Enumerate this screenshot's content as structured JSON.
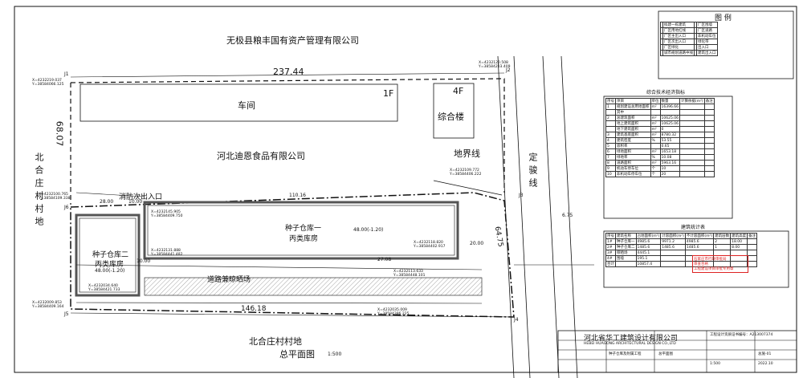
{
  "site_plan": {
    "neighbors": {
      "north_company": "无极县粮丰国有资产管理有限公司",
      "west_village": "北合庄村村地",
      "south_village": "北合庄村村地",
      "east_road": "定骏线"
    },
    "labels": {
      "workshop": "车间",
      "workshop_floors": "1F",
      "complex": "综合楼",
      "complex_floors": "4F",
      "company": "河北迪恩食品有限公司",
      "boundary": "地界线",
      "fire_entrance": "消防次出入口",
      "warehouse1_name": "种子仓库一",
      "warehouse1_class": "丙类库房",
      "warehouse2_name": "种子仓库二",
      "warehouse2_class": "丙类库房",
      "warehouse2_height": "48.00(-1.20)",
      "drying_yard": "道路兼晾晒场",
      "elev_main": "48.00(-1.20)"
    },
    "dimensions": {
      "top_length": "237.44",
      "left_width": "68.07",
      "bottom_length": "146.18",
      "right_width": "64.75",
      "d1": "28.00",
      "d2": "10.00",
      "d3": "110.16",
      "d4": "6.75",
      "d5": "20.00",
      "d6": "27.08",
      "d7": "10.00"
    },
    "corners": [
      "J1",
      "J2",
      "J3",
      "J4",
      "J5",
      "J6"
    ],
    "coords": {
      "j1": "X=4232219.037\nY=38584066.125",
      "j2": "X=4232120.508\nY=38584203.409",
      "j3": "X=4232109.772\nY=38584406.222",
      "j4": "X=4232100.765\nY=38584109.338",
      "j5": "X=4232009.853\nY=38584409.164",
      "c1": "X=4232145.905\nY=38584409.750",
      "c2": "X=4232131.888\nY=38584441.482",
      "c3": "X=4232113.633\nY=38584448.101",
      "c4": "X=4232118.820\nY=38584402.917",
      "c5": "X=4232034.640\nY=38584421.733",
      "c6": "X=4232035.009\nY=38584386.225"
    },
    "title": "总平面图",
    "scale": "1:500"
  },
  "legend": {
    "title": "图    例",
    "items": [
      {
        "left": "拟建一栋建筑",
        "right": "厂区围墙"
      },
      {
        "left": "厂区用地红线",
        "right": "厂区道路"
      },
      {
        "left": "厂区主出入口",
        "right": "非机动车位"
      },
      {
        "left": "厂区次出入口",
        "right": "绿化带"
      },
      {
        "left": "厂区绿化",
        "right": "出入口"
      },
      {
        "left": "城市规划道路中线",
        "right": "建筑出入口"
      }
    ]
  },
  "tech_table": {
    "title": "综合技术经济指标",
    "header": [
      "序号",
      "项目",
      "单位",
      "数量",
      "计算依据(m²)",
      "备注"
    ],
    "rows": [
      [
        "1",
        "规划建设总用地面积",
        "m²",
        "16396.66",
        "",
        ""
      ],
      [
        "",
        "其中",
        "",
        "",
        "",
        ""
      ],
      [
        "2",
        "总建筑面积",
        "m²",
        "10625.06",
        "",
        ""
      ],
      [
        "",
        "地上建筑面积",
        "m²",
        "10625.06",
        "",
        ""
      ],
      [
        "",
        "地下建筑面积",
        "m²",
        "0",
        "",
        ""
      ],
      [
        "3",
        "建筑基底面积",
        "m²",
        "8780.32",
        "",
        ""
      ],
      [
        "4",
        "建筑密度",
        "%",
        "53.55",
        "",
        ""
      ],
      [
        "5",
        "容积率",
        "",
        "0.65",
        "",
        ""
      ],
      [
        "6",
        "绿地面积",
        "m²",
        "1653.18",
        "",
        ""
      ],
      [
        "7",
        "绿地率",
        "%",
        "10.08",
        "",
        ""
      ],
      [
        "8",
        "道路面积",
        "m²",
        "5963.16",
        "",
        ""
      ],
      [
        "9",
        "机动车停车位",
        "个",
        "10",
        "",
        ""
      ],
      [
        "10",
        "非机动车停车位",
        "个",
        "20",
        "",
        ""
      ]
    ]
  },
  "stats_table": {
    "title": "建筑统计表",
    "header": [
      "序号",
      "建筑名称",
      "占地面积(m²)",
      "计容面积(m²)",
      "不计容面积(m²)",
      "建筑层数",
      "建筑高度",
      "备注"
    ],
    "rows": [
      [
        "1#",
        "种子仓库一",
        "4985.6",
        "9971.2",
        "4985.6",
        "2",
        "18.00",
        ""
      ],
      [
        "2#",
        "种子仓库二",
        "1485.6",
        "1485.6",
        "1485.6",
        "1",
        "8.00",
        ""
      ],
      [
        "3#",
        "晾晒场",
        "4445.1",
        "",
        "",
        "",
        "",
        ""
      ],
      [
        "4#",
        "围墙",
        "195.1",
        "",
        "",
        "",
        "",
        ""
      ],
      [
        "合计",
        "",
        "10857.4",
        "",
        "",
        "",
        "",
        ""
      ]
    ]
  },
  "stamp_text": {
    "line1": "石家庄市行政审批局",
    "line2": "审查合格",
    "line3": "工程建设项目审批专用章"
  },
  "title_block": {
    "company": "河北省华工建筑设计有限公司",
    "company_en": "HEBEI HUAGONG ARCHITECTURAL DESIGN CO.,LTD",
    "cert": "工程设计资质证书编号：A213007374",
    "project": "种子仓库及附属工程",
    "drawing": "总平面图",
    "scale": "1:500",
    "sheet": "总施-01",
    "date": "2022.10"
  },
  "colors": {
    "line": "#111111",
    "hatch": "#555555",
    "stamp": "#dd2222",
    "dashed_boundary": "#111111"
  }
}
